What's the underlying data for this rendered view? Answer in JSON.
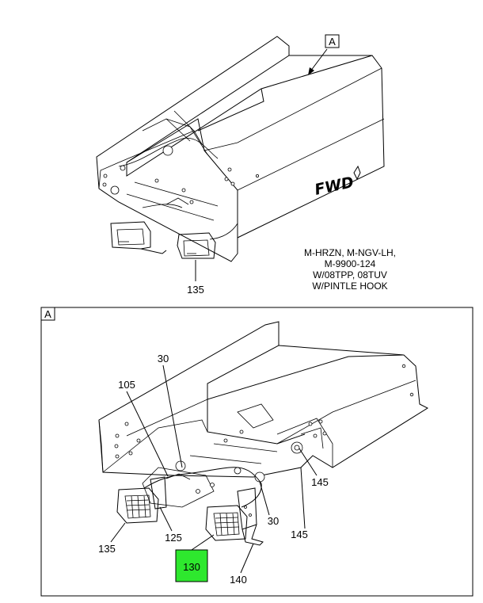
{
  "top_view": {
    "view_ref": "A",
    "direction_label": "FWD",
    "callout_135": "135",
    "note_lines": [
      "M-HRZN, M-NGV-LH,",
      "M-9900-124",
      "W/08TPP, 08TUV",
      "W/PINTLE HOOK"
    ]
  },
  "detail_view": {
    "frame_label": "A",
    "callouts": {
      "c30_top": "30",
      "c105": "105",
      "c145_a": "145",
      "c30_bottom": "30",
      "c145_b": "145",
      "c135": "135",
      "c125": "125",
      "c130": "130",
      "c140": "140"
    },
    "highlight_color": "#2ee82e"
  }
}
